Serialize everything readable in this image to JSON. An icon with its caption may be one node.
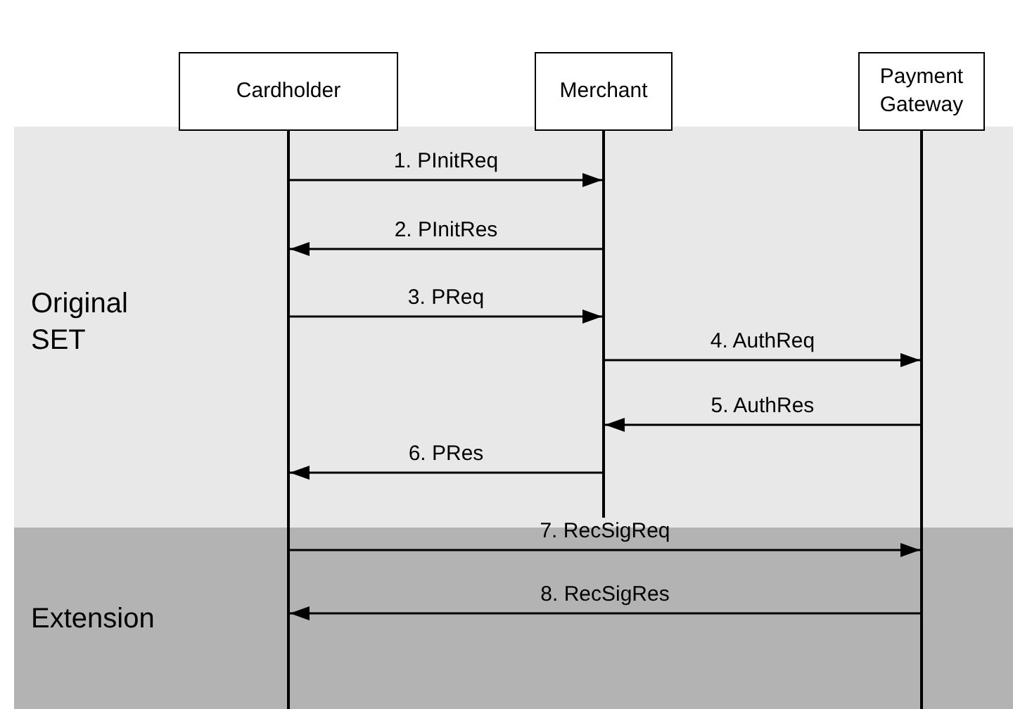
{
  "diagram": {
    "nodes": [
      {
        "text": [
          "Cardholder"
        ]
      },
      {
        "text": [
          "Merchant"
        ]
      },
      {
        "text": [
          "Payment Gateway"
        ]
      }
    ],
    "edges": [
      {
        "from": 0,
        "to": 1,
        "arrow": "to",
        "label": "1. PInitReq"
      },
      {
        "from": 1,
        "to": 0,
        "arrow": "to",
        "label": "2. PInitRes"
      },
      {
        "from": 0,
        "to": 1,
        "arrow": "to",
        "label": "3. PReq"
      },
      {
        "from": 1,
        "to": 2,
        "arrow": "to",
        "label": "4. AuthReq"
      },
      {
        "from": 2,
        "to": 1,
        "arrow": "to",
        "label": "5. AuthRes"
      },
      {
        "from": 1,
        "to": 0,
        "arrow": "to",
        "label": "6. PRes"
      },
      {
        "from": 0,
        "to": 2,
        "arrow": "to",
        "label": "7. RecSigReq"
      },
      {
        "from": 2,
        "to": 0,
        "arrow": "to",
        "label": "8. RecSigRes"
      }
    ],
    "labels": [
      "Original SET",
      "Extension"
    ]
  }
}
